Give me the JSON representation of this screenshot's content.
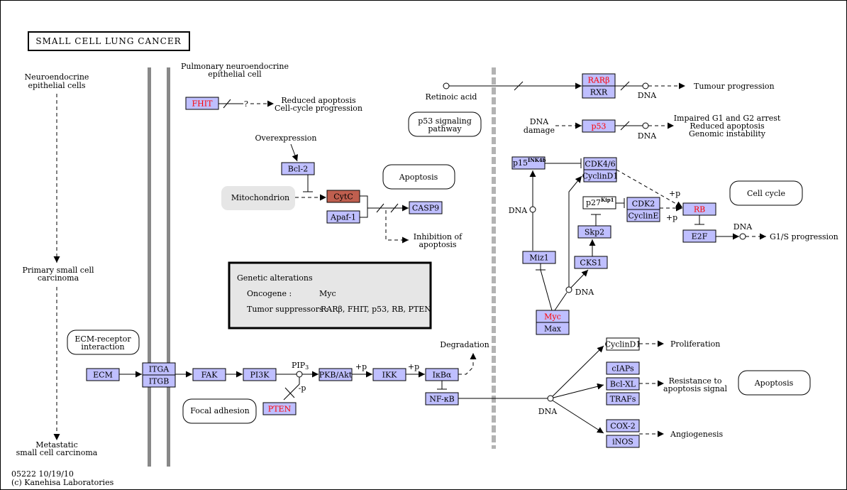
{
  "title": "SMALL CELL LUNG CANCER",
  "footer": {
    "line1": "05222 10/19/10",
    "line2": "(c) Kanehisa Laboratories"
  },
  "colors": {
    "gene_fill": "#bfbfff",
    "highlight_text": "#ff0000",
    "cytc_fill": "#bf5f4f",
    "membrane": "#888888",
    "legend_fill": "#e6e6e6"
  },
  "left_panel": {
    "stage1": [
      "Neuroendocrine",
      "epithelial cells"
    ],
    "stage2": [
      "Primary small cell",
      "carcinoma"
    ],
    "stage3": [
      "Metastatic",
      "small cell carcinoma"
    ]
  },
  "pulmonary": [
    "Pulmonary neuroendocrine",
    "epithelial cell"
  ],
  "genes": {
    "fhit": "FHIT",
    "bcl2": "Bcl-2",
    "cytc": "CytC",
    "apaf1": "Apaf-1",
    "casp9": "CASP9",
    "ecm": "ECM",
    "itga": "ITGA",
    "itgb": "ITGB",
    "fak": "FAK",
    "pi3k": "PI3K",
    "pten": "PTEN",
    "pkb": "PKB/Akt",
    "ikk": "IKK",
    "ikba": "IκBα",
    "nfkb": "NF-κB",
    "rarb": "RARβ",
    "rxr": "RXR",
    "p53": "p53",
    "p15": "p15",
    "p15_sup": "INK4b",
    "cdk46": "CDK4/6",
    "cyclind1": "CyclinD1",
    "p27": "p27",
    "p27_sup": "Kip1",
    "cdk2": "CDK2",
    "cycline": "CyclinE",
    "skp2": "Skp2",
    "cks1": "CKS1",
    "miz1": "Miz1",
    "myc": "Myc",
    "max": "Max",
    "rb": "RB",
    "e2f": "E2F",
    "cyclind1_out": "CyclinD1",
    "ciaps": "cIAPs",
    "bclxl": "Bcl-XL",
    "trafs": "TRAFs",
    "cox2": "COX-2",
    "inos": "iNOS"
  },
  "maps": {
    "apoptosis1": "Apoptosis",
    "p53_pathway": [
      "p53 signaling",
      "pathway"
    ],
    "cell_cycle": "Cell cycle",
    "ecm_receptor": [
      "ECM-receptor",
      "interaction"
    ],
    "focal_adhesion": "Focal adhesion",
    "apoptosis2": "Apoptosis"
  },
  "mitochondrion": "Mitochondrion",
  "labels": {
    "fhit_q": "?",
    "fhit_out": [
      "Reduced apoptosis",
      "Cell-cycle progression"
    ],
    "overexpression": "Overexpression",
    "inhibition": [
      "Inhibition of",
      "apoptosis"
    ],
    "retinoic": "Retinoic acid",
    "dna_rar": "DNA",
    "tumour": "Tumour progression",
    "dna_damage": [
      "DNA",
      "damage"
    ],
    "dna_p53": "DNA",
    "p53_out": [
      "Impaired G1 and G2 arrest",
      "Reduced apoptosis",
      "Genomic instability"
    ],
    "dna_p15": "DNA",
    "dna_myc": "DNA",
    "plus_p_rb1": "+p",
    "plus_p_rb2": "+p",
    "dna_e2f": "DNA",
    "g1s": "G1/S progression",
    "pip3": "PIP",
    "pip3_sub": "3",
    "minus_p": "-p",
    "plus_p_ikk": "+p",
    "plus_p_ikba": "+p",
    "degradation": "Degradation",
    "dna_nfkb": "DNA",
    "proliferation": "Proliferation",
    "resistance": [
      "Resistance to",
      "apoptosis signal"
    ],
    "angiogenesis": "Angiogenesis"
  },
  "legend": {
    "title": "Genetic alterations",
    "oncogene_label": "Oncogene :",
    "oncogene_value": "Myc",
    "suppressor_label": "Tumor suppressors :",
    "suppressor_value": "RARβ, FHIT, p53, RB, PTEN"
  }
}
